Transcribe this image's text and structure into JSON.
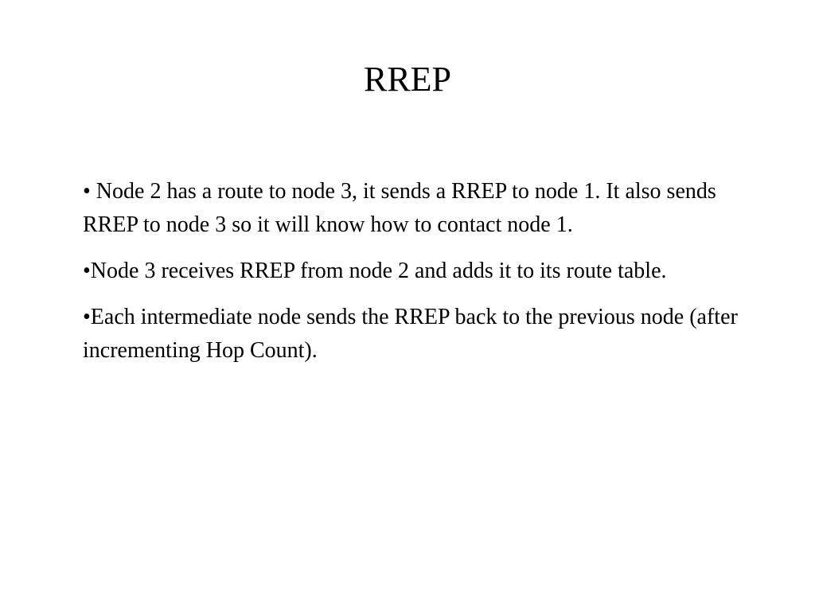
{
  "slide": {
    "title": "RREP",
    "bullets": [
      "• Node 2 has a route to node 3, it sends a RREP to node 1. It also sends RREP to node 3 so it will know how to contact node 1.",
      "•Node 3 receives RREP from node 2 and adds it to its route table.",
      "•Each intermediate node sends the RREP back to the previous node (after incrementing Hop Count)."
    ]
  }
}
